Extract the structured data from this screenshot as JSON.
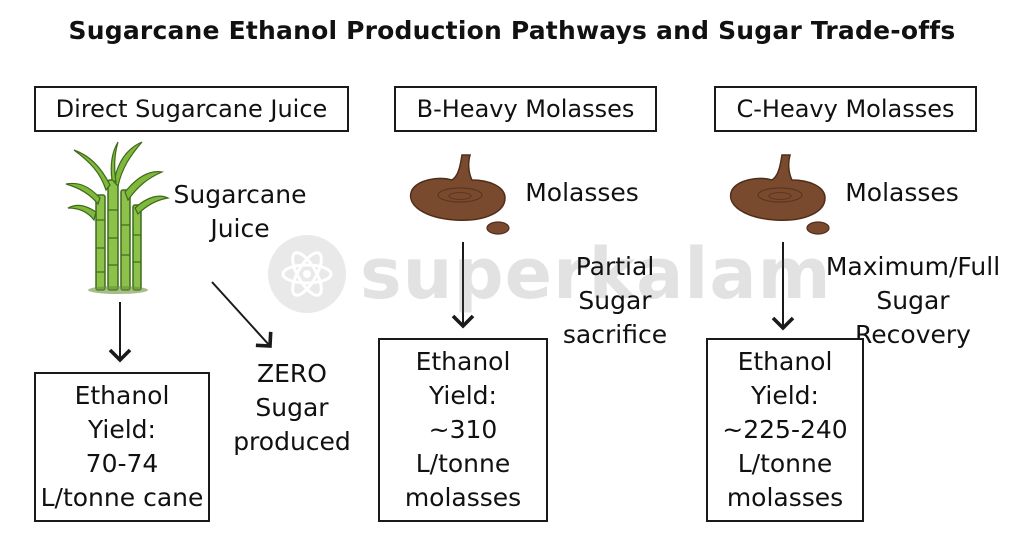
{
  "title": "Sugarcane Ethanol Production Pathways and Sugar Trade-offs",
  "watermark": "superkalam",
  "pathways": [
    {
      "header": "Direct Sugarcane Juice",
      "source_label": [
        "Sugarcane",
        "Juice"
      ],
      "side_note": [
        "ZERO",
        "Sugar",
        "produced"
      ],
      "result": [
        "Ethanol",
        "Yield:",
        "70-74",
        "L/tonne cane"
      ]
    },
    {
      "header": "B-Heavy Molasses",
      "source_label": [
        "Molasses"
      ],
      "side_note": [
        "Partial",
        "Sugar",
        "sacrifice"
      ],
      "result": [
        "Ethanol",
        "Yield:",
        "~310",
        "L/tonne",
        "molasses"
      ]
    },
    {
      "header": "C-Heavy Molasses",
      "source_label": [
        "Molasses"
      ],
      "side_note": [
        "Maximum/Full",
        "Sugar",
        "Recovery"
      ],
      "result": [
        "Ethanol",
        "Yield:",
        "~225-240",
        "L/tonne",
        "molasses"
      ]
    }
  ],
  "colors": {
    "molasses": "#7a4a2e",
    "molasses_dark": "#4e2d1a",
    "cane_green": "#7fb83a",
    "cane_dark": "#3e6b1c"
  }
}
